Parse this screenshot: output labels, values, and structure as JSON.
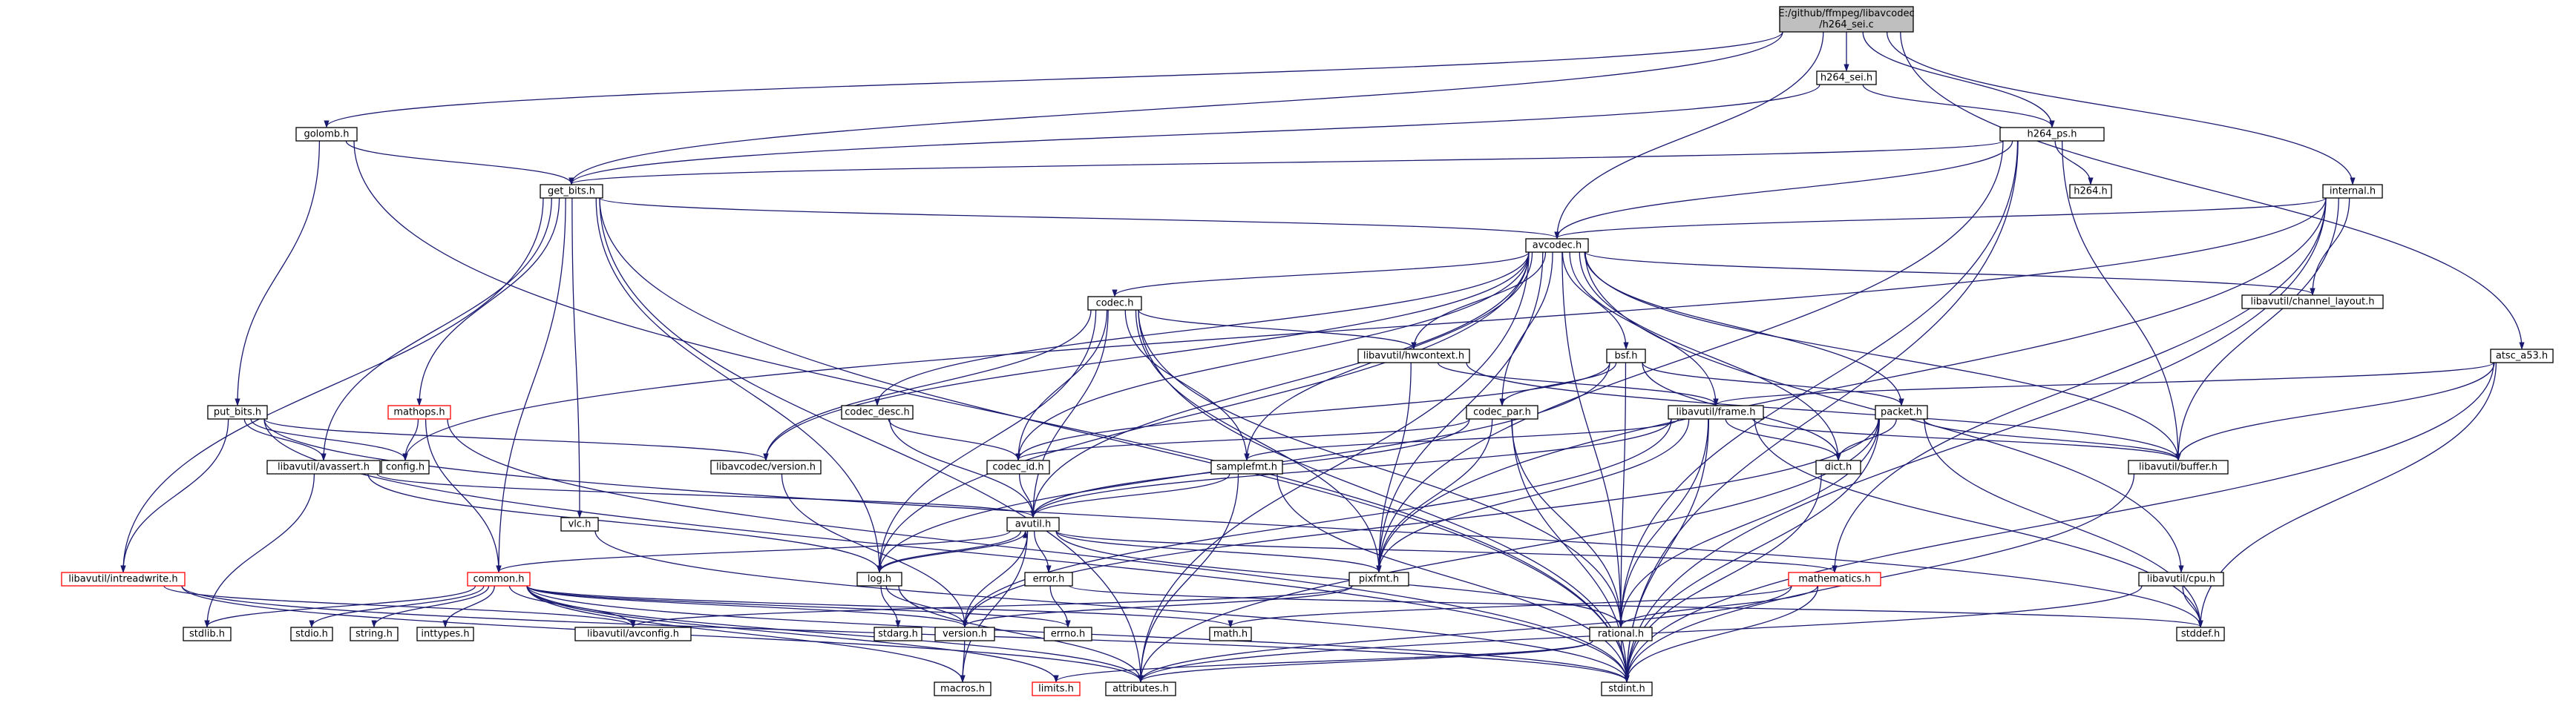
{
  "colors": {
    "edge": "#191970",
    "node_border": "#000000",
    "node_border_truncated": "#ff0000",
    "root_fill": "#bfbfbf",
    "background": "#ffffff"
  },
  "nodes": [
    {
      "id": "root",
      "label": "E:/github/ffmpeg/libavcodec\n/h264_sei.c",
      "style": "root"
    },
    {
      "id": "h264_sei_h",
      "label": "h264_sei.h"
    },
    {
      "id": "golomb_h",
      "label": "golomb.h"
    },
    {
      "id": "h264_ps_h",
      "label": "h264_ps.h"
    },
    {
      "id": "internal_h",
      "label": "internal.h"
    },
    {
      "id": "get_bits_h",
      "label": "get_bits.h"
    },
    {
      "id": "h264_h",
      "label": "h264.h"
    },
    {
      "id": "avcodec_h",
      "label": "avcodec.h"
    },
    {
      "id": "codec_h",
      "label": "codec.h"
    },
    {
      "id": "libavutil_channel_layout_h",
      "label": "libavutil/channel_layout.h"
    },
    {
      "id": "atsc_a53_h",
      "label": "atsc_a53.h"
    },
    {
      "id": "libavutil_hwcontext_h",
      "label": "libavutil/hwcontext.h"
    },
    {
      "id": "bsf_h",
      "label": "bsf.h"
    },
    {
      "id": "put_bits_h",
      "label": "put_bits.h"
    },
    {
      "id": "mathops_h",
      "label": "mathops.h",
      "style": "red"
    },
    {
      "id": "codec_desc_h",
      "label": "codec_desc.h"
    },
    {
      "id": "codec_par_h",
      "label": "codec_par.h"
    },
    {
      "id": "libavutil_frame_h",
      "label": "libavutil/frame.h"
    },
    {
      "id": "packet_h",
      "label": "packet.h"
    },
    {
      "id": "config_h",
      "label": "config.h"
    },
    {
      "id": "libavutil_avassert_h",
      "label": "libavutil/avassert.h"
    },
    {
      "id": "libavcodec_version_h",
      "label": "libavcodec/version.h"
    },
    {
      "id": "codec_id_h",
      "label": "codec_id.h"
    },
    {
      "id": "samplefmt_h",
      "label": "samplefmt.h"
    },
    {
      "id": "dict_h",
      "label": "dict.h"
    },
    {
      "id": "libavutil_buffer_h",
      "label": "libavutil/buffer.h"
    },
    {
      "id": "vlc_h",
      "label": "vlc.h"
    },
    {
      "id": "avutil_h",
      "label": "avutil.h"
    },
    {
      "id": "libavutil_intreadwrite_h",
      "label": "libavutil/intreadwrite.h",
      "style": "red"
    },
    {
      "id": "common_h",
      "label": "common.h",
      "style": "red"
    },
    {
      "id": "log_h",
      "label": "log.h"
    },
    {
      "id": "error_h",
      "label": "error.h"
    },
    {
      "id": "pixfmt_h",
      "label": "pixfmt.h"
    },
    {
      "id": "mathematics_h",
      "label": "mathematics.h",
      "style": "red"
    },
    {
      "id": "libavutil_cpu_h",
      "label": "libavutil/cpu.h"
    },
    {
      "id": "stdlib_h",
      "label": "stdlib.h"
    },
    {
      "id": "stdio_h",
      "label": "stdio.h"
    },
    {
      "id": "string_h",
      "label": "string.h"
    },
    {
      "id": "inttypes_h",
      "label": "inttypes.h"
    },
    {
      "id": "libavutil_avconfig_h",
      "label": "libavutil/avconfig.h"
    },
    {
      "id": "stdarg_h",
      "label": "stdarg.h"
    },
    {
      "id": "version_h",
      "label": "version.h"
    },
    {
      "id": "errno_h",
      "label": "errno.h"
    },
    {
      "id": "math_h",
      "label": "math.h"
    },
    {
      "id": "rational_h",
      "label": "rational.h"
    },
    {
      "id": "stddef_h",
      "label": "stddef.h"
    },
    {
      "id": "macros_h",
      "label": "macros.h"
    },
    {
      "id": "limits_h",
      "label": "limits.h",
      "style": "red"
    },
    {
      "id": "attributes_h",
      "label": "attributes.h"
    },
    {
      "id": "stdint_h",
      "label": "stdint.h"
    }
  ],
  "edges": [
    [
      "root",
      "h264_sei_h"
    ],
    [
      "root",
      "golomb_h"
    ],
    [
      "root",
      "h264_ps_h"
    ],
    [
      "root",
      "internal_h"
    ],
    [
      "root",
      "get_bits_h"
    ],
    [
      "root",
      "avcodec_h"
    ],
    [
      "root",
      "atsc_a53_h"
    ],
    [
      "h264_sei_h",
      "h264_ps_h"
    ],
    [
      "h264_sei_h",
      "get_bits_h"
    ],
    [
      "golomb_h",
      "get_bits_h"
    ],
    [
      "golomb_h",
      "put_bits_h"
    ],
    [
      "golomb_h",
      "stdint_h"
    ],
    [
      "h264_ps_h",
      "get_bits_h"
    ],
    [
      "h264_ps_h",
      "h264_h"
    ],
    [
      "h264_ps_h",
      "avcodec_h"
    ],
    [
      "h264_ps_h",
      "libavutil_buffer_h"
    ],
    [
      "h264_ps_h",
      "pixfmt_h"
    ],
    [
      "h264_ps_h",
      "rational_h"
    ],
    [
      "h264_ps_h",
      "stdint_h"
    ],
    [
      "internal_h",
      "avcodec_h"
    ],
    [
      "internal_h",
      "libavutil_channel_layout_h"
    ],
    [
      "internal_h",
      "config_h"
    ],
    [
      "internal_h",
      "libavutil_buffer_h"
    ],
    [
      "internal_h",
      "pixfmt_h"
    ],
    [
      "internal_h",
      "mathematics_h"
    ],
    [
      "internal_h",
      "stdint_h"
    ],
    [
      "get_bits_h",
      "avcodec_h"
    ],
    [
      "get_bits_h",
      "mathops_h"
    ],
    [
      "get_bits_h",
      "libavutil_avassert_h"
    ],
    [
      "get_bits_h",
      "vlc_h"
    ],
    [
      "get_bits_h",
      "libavutil_intreadwrite_h"
    ],
    [
      "get_bits_h",
      "common_h"
    ],
    [
      "get_bits_h",
      "log_h"
    ],
    [
      "get_bits_h",
      "stdint_h"
    ],
    [
      "get_bits_h",
      "attributes_h"
    ],
    [
      "avcodec_h",
      "codec_h"
    ],
    [
      "avcodec_h",
      "libavutil_channel_layout_h"
    ],
    [
      "avcodec_h",
      "libavutil_hwcontext_h"
    ],
    [
      "avcodec_h",
      "bsf_h"
    ],
    [
      "avcodec_h",
      "codec_desc_h"
    ],
    [
      "avcodec_h",
      "codec_par_h"
    ],
    [
      "avcodec_h",
      "libavutil_frame_h"
    ],
    [
      "avcodec_h",
      "packet_h"
    ],
    [
      "avcodec_h",
      "libavcodec_version_h"
    ],
    [
      "avcodec_h",
      "codec_id_h"
    ],
    [
      "avcodec_h",
      "samplefmt_h"
    ],
    [
      "avcodec_h",
      "dict_h"
    ],
    [
      "avcodec_h",
      "libavutil_buffer_h"
    ],
    [
      "avcodec_h",
      "avutil_h"
    ],
    [
      "avcodec_h",
      "log_h"
    ],
    [
      "avcodec_h",
      "pixfmt_h"
    ],
    [
      "avcodec_h",
      "rational_h"
    ],
    [
      "avcodec_h",
      "libavutil_cpu_h"
    ],
    [
      "avcodec_h",
      "attributes_h"
    ],
    [
      "codec_h",
      "libavutil_hwcontext_h"
    ],
    [
      "codec_h",
      "libavcodec_version_h"
    ],
    [
      "codec_h",
      "codec_id_h"
    ],
    [
      "codec_h",
      "samplefmt_h"
    ],
    [
      "codec_h",
      "avutil_h"
    ],
    [
      "codec_h",
      "log_h"
    ],
    [
      "codec_h",
      "pixfmt_h"
    ],
    [
      "codec_h",
      "rational_h"
    ],
    [
      "codec_h",
      "stdint_h"
    ],
    [
      "libavutil_hwcontext_h",
      "libavutil_frame_h"
    ],
    [
      "libavutil_hwcontext_h",
      "libavutil_buffer_h"
    ],
    [
      "libavutil_hwcontext_h",
      "pixfmt_h"
    ],
    [
      "atsc_a53_h",
      "libavutil_frame_h"
    ],
    [
      "atsc_a53_h",
      "libavutil_buffer_h"
    ],
    [
      "atsc_a53_h",
      "stddef_h"
    ],
    [
      "atsc_a53_h",
      "stdint_h"
    ],
    [
      "bsf_h",
      "codec_par_h"
    ],
    [
      "bsf_h",
      "packet_h"
    ],
    [
      "bsf_h",
      "codec_id_h"
    ],
    [
      "bsf_h",
      "dict_h"
    ],
    [
      "bsf_h",
      "log_h"
    ],
    [
      "bsf_h",
      "rational_h"
    ],
    [
      "put_bits_h",
      "config_h"
    ],
    [
      "put_bits_h",
      "libavutil_avassert_h"
    ],
    [
      "put_bits_h",
      "libavcodec_version_h"
    ],
    [
      "put_bits_h",
      "libavutil_intreadwrite_h"
    ],
    [
      "put_bits_h",
      "stdint_h"
    ],
    [
      "put_bits_h",
      "stddef_h"
    ],
    [
      "mathops_h",
      "config_h"
    ],
    [
      "mathops_h",
      "common_h"
    ],
    [
      "mathops_h",
      "stdint_h"
    ],
    [
      "codec_desc_h",
      "codec_id_h"
    ],
    [
      "codec_desc_h",
      "avutil_h"
    ],
    [
      "codec_par_h",
      "codec_id_h"
    ],
    [
      "codec_par_h",
      "avutil_h"
    ],
    [
      "codec_par_h",
      "pixfmt_h"
    ],
    [
      "codec_par_h",
      "rational_h"
    ],
    [
      "codec_par_h",
      "stdint_h"
    ],
    [
      "libavutil_frame_h",
      "samplefmt_h"
    ],
    [
      "libavutil_frame_h",
      "dict_h"
    ],
    [
      "libavutil_frame_h",
      "libavutil_buffer_h"
    ],
    [
      "libavutil_frame_h",
      "avutil_h"
    ],
    [
      "libavutil_frame_h",
      "pixfmt_h"
    ],
    [
      "libavutil_frame_h",
      "rational_h"
    ],
    [
      "libavutil_frame_h",
      "version_h"
    ],
    [
      "libavutil_frame_h",
      "stdint_h"
    ],
    [
      "libavutil_frame_h",
      "stddef_h"
    ],
    [
      "packet_h",
      "dict_h"
    ],
    [
      "packet_h",
      "libavutil_buffer_h"
    ],
    [
      "packet_h",
      "attributes_h"
    ],
    [
      "packet_h",
      "rational_h"
    ],
    [
      "packet_h",
      "version_h"
    ],
    [
      "packet_h",
      "stdint_h"
    ],
    [
      "packet_h",
      "stddef_h"
    ],
    [
      "libavutil_avassert_h",
      "avutil_h"
    ],
    [
      "libavutil_avassert_h",
      "log_h"
    ],
    [
      "libavutil_avassert_h",
      "stdlib_h"
    ],
    [
      "libavcodec_version_h",
      "version_h"
    ],
    [
      "codec_id_h",
      "avutil_h"
    ],
    [
      "samplefmt_h",
      "avutil_h"
    ],
    [
      "samplefmt_h",
      "attributes_h"
    ],
    [
      "samplefmt_h",
      "stdint_h"
    ],
    [
      "dict_h",
      "stdint_h"
    ],
    [
      "libavutil_buffer_h",
      "stdint_h"
    ],
    [
      "vlc_h",
      "stdint_h"
    ],
    [
      "avutil_h",
      "common_h"
    ],
    [
      "avutil_h",
      "error_h"
    ],
    [
      "avutil_h",
      "version_h"
    ],
    [
      "avutil_h",
      "macros_h"
    ],
    [
      "avutil_h",
      "mathematics_h"
    ],
    [
      "avutil_h",
      "rational_h"
    ],
    [
      "avutil_h",
      "log_h"
    ],
    [
      "avutil_h",
      "pixfmt_h"
    ],
    [
      "libavutil_intreadwrite_h",
      "libavutil_avconfig_h"
    ],
    [
      "libavutil_intreadwrite_h",
      "attributes_h"
    ],
    [
      "libavutil_intreadwrite_h",
      "stdint_h"
    ],
    [
      "common_h",
      "stdlib_h"
    ],
    [
      "common_h",
      "stdio_h"
    ],
    [
      "common_h",
      "string_h"
    ],
    [
      "common_h",
      "inttypes_h"
    ],
    [
      "common_h",
      "libavutil_avconfig_h"
    ],
    [
      "common_h",
      "version_h"
    ],
    [
      "common_h",
      "math_h"
    ],
    [
      "common_h",
      "errno_h"
    ],
    [
      "common_h",
      "limits_h"
    ],
    [
      "common_h",
      "attributes_h"
    ],
    [
      "common_h",
      "macros_h"
    ],
    [
      "common_h",
      "stdint_h"
    ],
    [
      "log_h",
      "avutil_h"
    ],
    [
      "log_h",
      "stdarg_h"
    ],
    [
      "log_h",
      "version_h"
    ],
    [
      "log_h",
      "attributes_h"
    ],
    [
      "error_h",
      "errno_h"
    ],
    [
      "error_h",
      "stddef_h"
    ],
    [
      "pixfmt_h",
      "version_h"
    ],
    [
      "pixfmt_h",
      "libavutil_avconfig_h"
    ],
    [
      "mathematics_h",
      "math_h"
    ],
    [
      "mathematics_h",
      "rational_h"
    ],
    [
      "mathematics_h",
      "attributes_h"
    ],
    [
      "mathematics_h",
      "stdint_h"
    ],
    [
      "libavutil_cpu_h",
      "stddef_h"
    ],
    [
      "libavutil_cpu_h",
      "attributes_h"
    ],
    [
      "version_h",
      "macros_h"
    ],
    [
      "rational_h",
      "limits_h"
    ],
    [
      "rational_h",
      "attributes_h"
    ],
    [
      "rational_h",
      "stdint_h"
    ]
  ]
}
